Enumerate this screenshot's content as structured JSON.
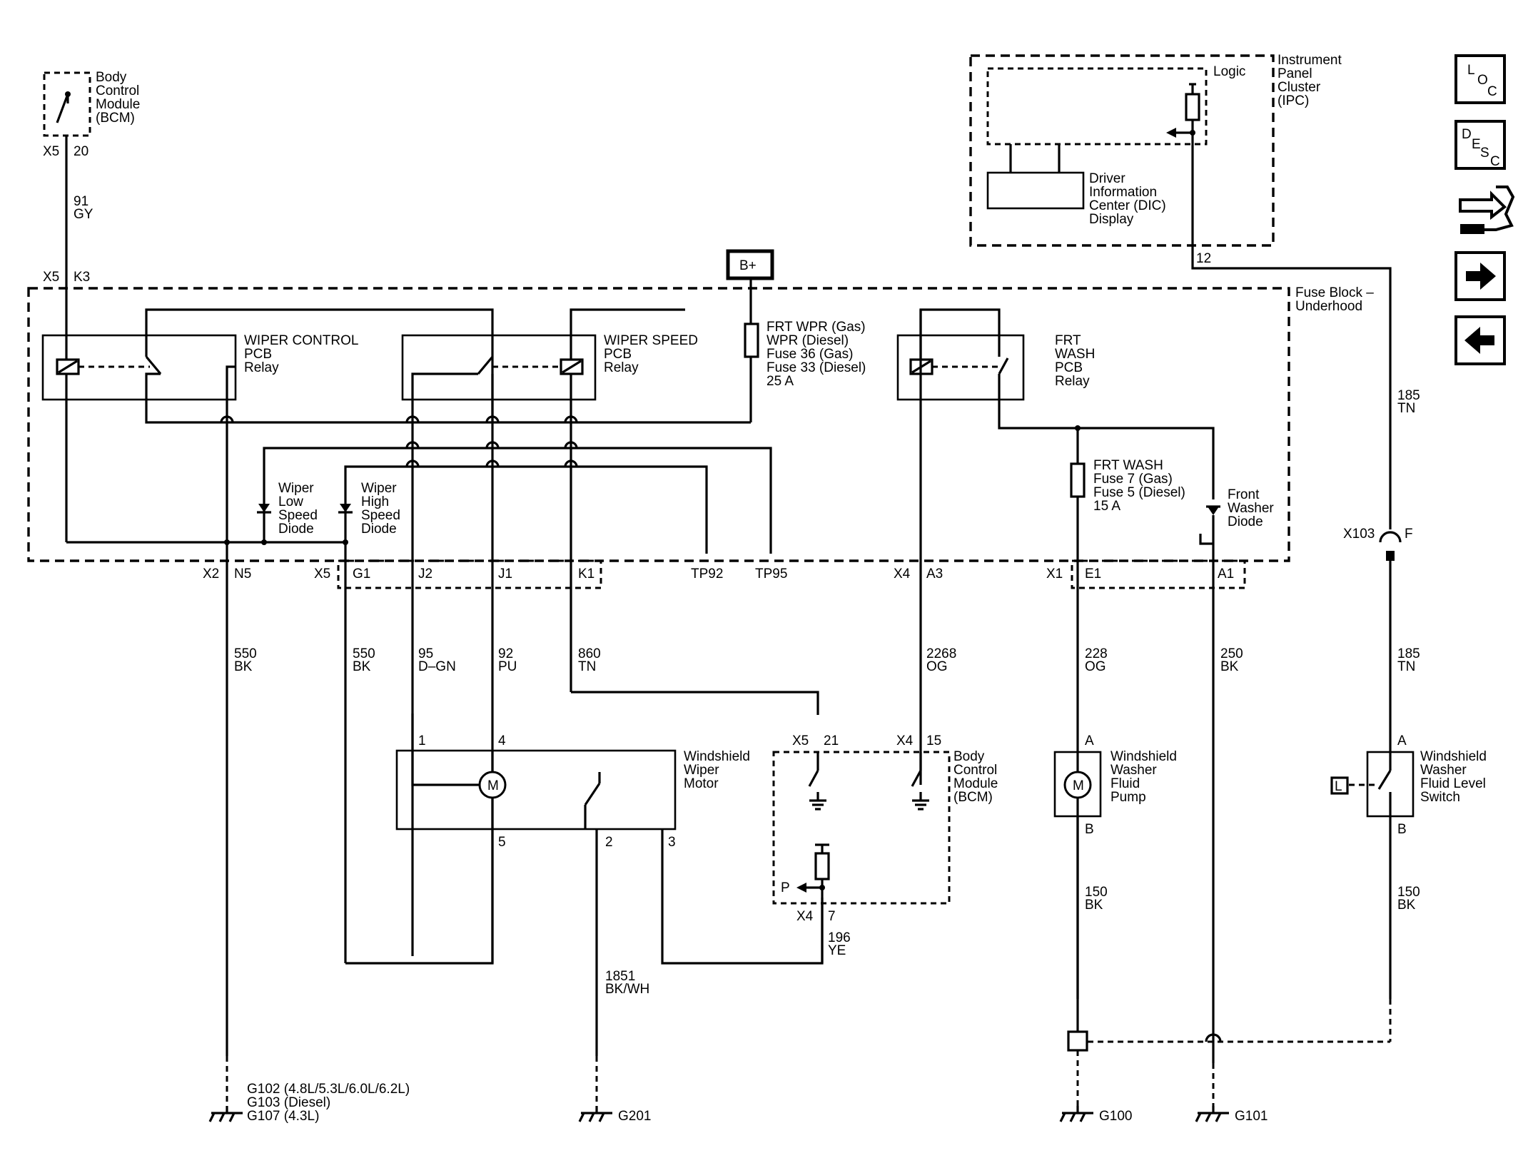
{
  "bcm_top": {
    "label": [
      "Body",
      "Control",
      "Module",
      "(BCM)"
    ],
    "conn": "X5",
    "pin": "20"
  },
  "wire_91": {
    "circuit": "91",
    "color": "GY"
  },
  "fuse_block": {
    "label": [
      "Fuse Block –",
      "Underhood"
    ],
    "k3_conn": "X5",
    "k3_pin": "K3",
    "bplus": "B+"
  },
  "wiper_control_relay": {
    "label": [
      "WIPER CONTROL",
      "PCB",
      "Relay"
    ]
  },
  "wiper_speed_relay": {
    "label": [
      "WIPER SPEED",
      "PCB",
      "Relay"
    ]
  },
  "frt_wash_relay": {
    "label": [
      "FRT",
      "WASH",
      "PCB",
      "Relay"
    ]
  },
  "fuse_wpr": {
    "label": [
      "FRT WPR (Gas)",
      "WPR (Diesel)",
      "Fuse 36 (Gas)",
      "Fuse 33 (Diesel)",
      "25 A"
    ]
  },
  "fuse_wash": {
    "label": [
      "FRT WASH",
      "Fuse 7 (Gas)",
      "Fuse 5 (Diesel)",
      "15 A"
    ]
  },
  "diode_low": {
    "label": [
      "Wiper",
      "Low",
      "Speed",
      "Diode"
    ]
  },
  "diode_high": {
    "label": [
      "Wiper",
      "High",
      "Speed",
      "Diode"
    ]
  },
  "diode_washer": {
    "label": [
      "Front",
      "Washer",
      "Diode"
    ]
  },
  "connector_row": {
    "x2": "X2",
    "n5": "N5",
    "x5": "X5",
    "g1": "G1",
    "j2": "J2",
    "j1": "J1",
    "k1": "K1",
    "tp92": "TP92",
    "tp95": "TP95",
    "x4": "X4",
    "a3": "A3",
    "x1": "X1",
    "e1": "E1",
    "a1": "A1"
  },
  "wires": {
    "w550a": {
      "circuit": "550",
      "color": "BK"
    },
    "w550b": {
      "circuit": "550",
      "color": "BK"
    },
    "w95": {
      "circuit": "95",
      "color": "D–GN"
    },
    "w92": {
      "circuit": "92",
      "color": "PU"
    },
    "w860": {
      "circuit": "860",
      "color": "TN"
    },
    "w2268": {
      "circuit": "2268",
      "color": "OG"
    },
    "w228": {
      "circuit": "228",
      "color": "OG"
    },
    "w250": {
      "circuit": "250",
      "color": "BK"
    },
    "w185a": {
      "circuit": "185",
      "color": "TN"
    },
    "w185b": {
      "circuit": "185",
      "color": "TN"
    },
    "w196": {
      "circuit": "196",
      "color": "YE"
    },
    "w1851": {
      "circuit": "1851",
      "color": "BK/WH"
    },
    "w150a": {
      "circuit": "150",
      "color": "BK"
    },
    "w150b": {
      "circuit": "150",
      "color": "BK"
    },
    "w12": {
      "circuit": "12"
    }
  },
  "ipc": {
    "label": [
      "Instrument",
      "Panel",
      "Cluster",
      "(IPC)"
    ],
    "logic": "Logic",
    "dic": [
      "Driver",
      "Information",
      "Center (DIC)",
      "Display"
    ]
  },
  "x103": {
    "conn": "X103",
    "pin": "F"
  },
  "wiper_motor": {
    "label": [
      "Windshield",
      "Wiper",
      "Motor"
    ],
    "pins": {
      "p1": "1",
      "p4": "4",
      "p5": "5",
      "p2": "2",
      "p3": "3"
    },
    "symbol": "M"
  },
  "bcm_bottom": {
    "label": [
      "Body",
      "Control",
      "Module",
      "(BCM)"
    ],
    "x5": "X5",
    "p21": "21",
    "x4": "X4",
    "p15": "15",
    "x4b": "X4",
    "p7": "7",
    "p": "P"
  },
  "washer_pump": {
    "label": [
      "Windshield",
      "Washer",
      "Fluid",
      "Pump"
    ],
    "a": "A",
    "b": "B",
    "symbol": "M"
  },
  "level_switch": {
    "label": [
      "Windshield",
      "Washer",
      "Fluid Level",
      "Switch"
    ],
    "a": "A",
    "b": "B",
    "l": "L"
  },
  "grounds": {
    "g102": [
      "G102 (4.8L/5.3L/6.0L/6.2L)",
      "G103 (Diesel)",
      "G107 (4.3L)"
    ],
    "g201": "G201",
    "g100": "G100",
    "g101": "G101"
  },
  "nav": {
    "loc": [
      "L",
      "O",
      "C"
    ],
    "desc": [
      "D",
      "E",
      "S",
      "C"
    ],
    "icons": [
      "connector-end-view-icon",
      "forward-arrow-icon",
      "back-arrow-icon"
    ]
  }
}
